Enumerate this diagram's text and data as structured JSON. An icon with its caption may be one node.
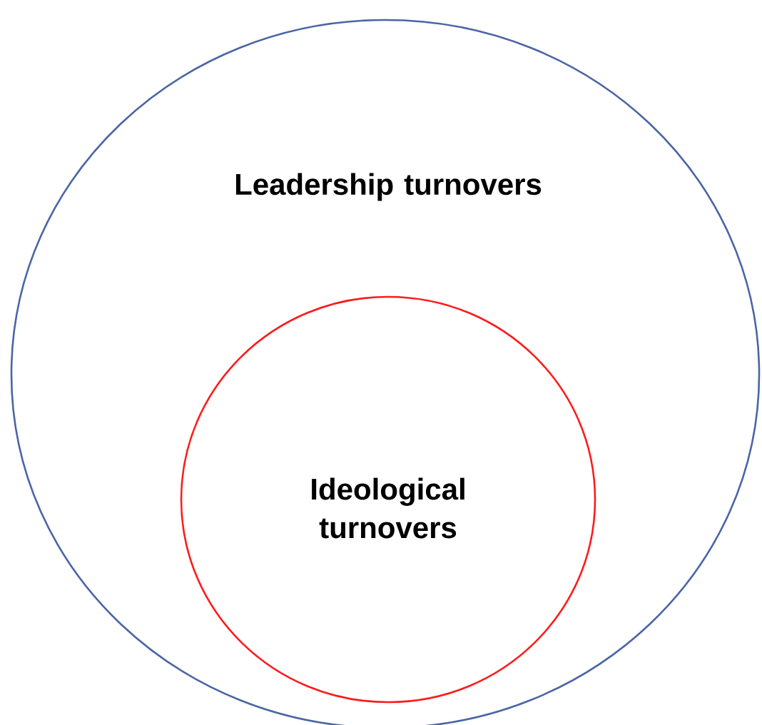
{
  "diagram": {
    "nodes": [
      {
        "text": [
          "Leadership turnovers"
        ]
      },
      {
        "text": [
          "Ideological turnovers"
        ],
        "in": 0
      }
    ]
  }
}
